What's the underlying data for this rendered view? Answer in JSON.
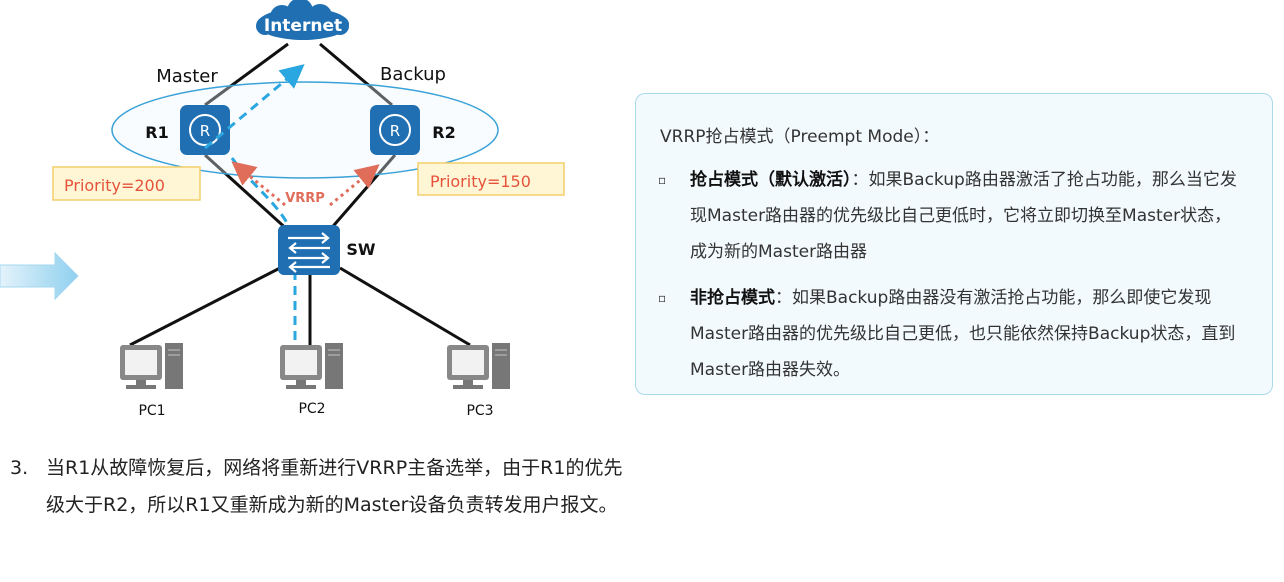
{
  "diagram": {
    "internet_label": "Internet",
    "master_label": "Master",
    "backup_label": "Backup",
    "r1_label": "R1",
    "r2_label": "R2",
    "r1_priority": "Priority=200",
    "r2_priority": "Priority=150",
    "vrrp_label": "VRRP",
    "sw_label": "SW",
    "pc1_label": "PC1",
    "pc2_label": "PC2",
    "pc3_label": "PC3",
    "router_glyph": "R"
  },
  "note": {
    "title": "VRRP抢占模式（Preempt Mode）：",
    "items": [
      {
        "bullet": "▫",
        "heading": "抢占模式（默认激活）",
        "body": "：如果Backup路由器激活了抢占功能，那么当它发现Master路由器的优先级比自己更低时，它将立即切换至Master状态，成为新的Master路由器"
      },
      {
        "bullet": "▫",
        "heading": "非抢占模式",
        "body": "：如果Backup路由器没有激活抢占功能，那么即使它发现Master路由器的优先级比自己更低，也只能依然保持Backup状态，直到Master路由器失效。"
      }
    ]
  },
  "step": {
    "number": "3.",
    "text": "当R1从故障恢复后，网络将重新进行VRRP主备选举，由于R1的优先级大于R2，所以R1又重新成为新的Master设备负责转发用户报文。"
  },
  "colors": {
    "device_blue": "#1f6fb2",
    "path_dash": "#2aa7e0",
    "vrrp_arrow": "#e06c5a",
    "priority_fill": "#fff6d6",
    "priority_border": "#f2cf6a",
    "priority_text": "#e5533b"
  }
}
